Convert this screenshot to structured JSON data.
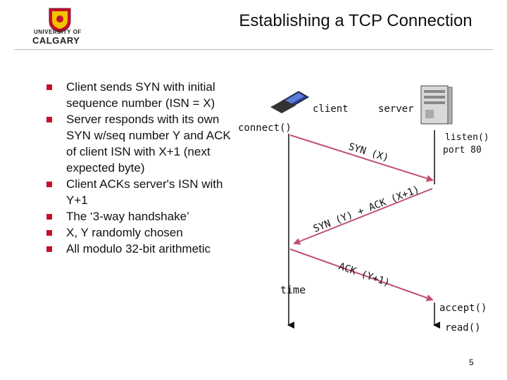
{
  "logo": {
    "line1": "UNIVERSITY OF",
    "line2": "CALGARY"
  },
  "slide": {
    "title": "Establishing a TCP Connection",
    "bullets": [
      "Client sends SYN with initial sequence number (ISN = X)",
      "Server responds with its own SYN w/seq number Y and ACK of client ISN with X+1 (next expected byte)",
      "Client ACKs server's ISN with Y+1",
      "The ‘3-way handshake’",
      "X, Y randomly chosen",
      "All modulo 32-bit arithmetic"
    ],
    "page_number": "5"
  },
  "diagram": {
    "client_label": "client",
    "server_label": "server",
    "connect_label": "connect()",
    "listen_label": "listen()",
    "port_label": "port 80",
    "msg1": "SYN (X)",
    "msg2": "SYN (Y) + ACK (X+1)",
    "msg3": "ACK (Y+1)",
    "time_label": "time",
    "accept_label": "accept()",
    "read_label": "read()",
    "arrow_color": "#c0506e",
    "icons": [
      "laptop-icon",
      "server-icon"
    ]
  }
}
